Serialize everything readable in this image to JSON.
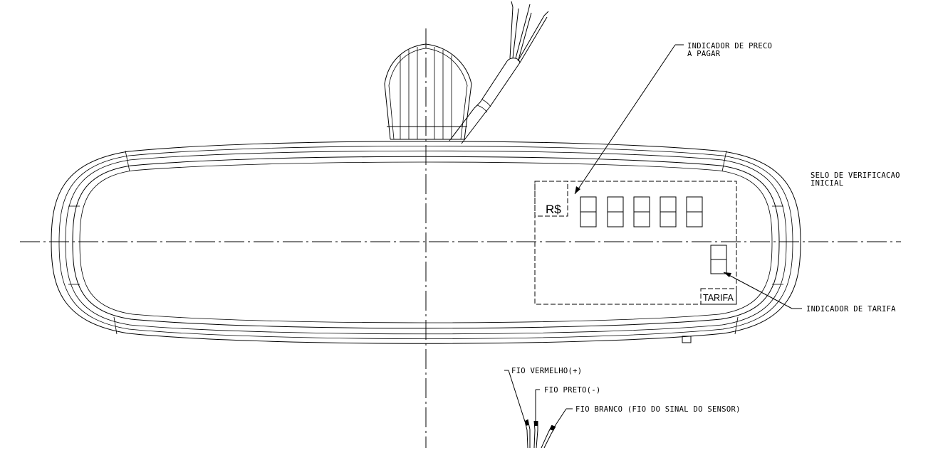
{
  "labels": {
    "price_indicator_line1": "INDICADOR DE PRECO",
    "price_indicator_line2": "A PAGAR",
    "seal_line1": "SELO DE VERIFICACAO",
    "seal_line2": "INICIAL",
    "tariff_indicator": "INDICADOR DE TARIFA",
    "currency": "R$",
    "tariff": "TARIFA",
    "wire_red": "FIO VERMELHO(+)",
    "wire_black": "FIO PRETO(-)",
    "wire_white": "FIO BRANCO (FIO DO SINAL DO SENSOR)"
  }
}
